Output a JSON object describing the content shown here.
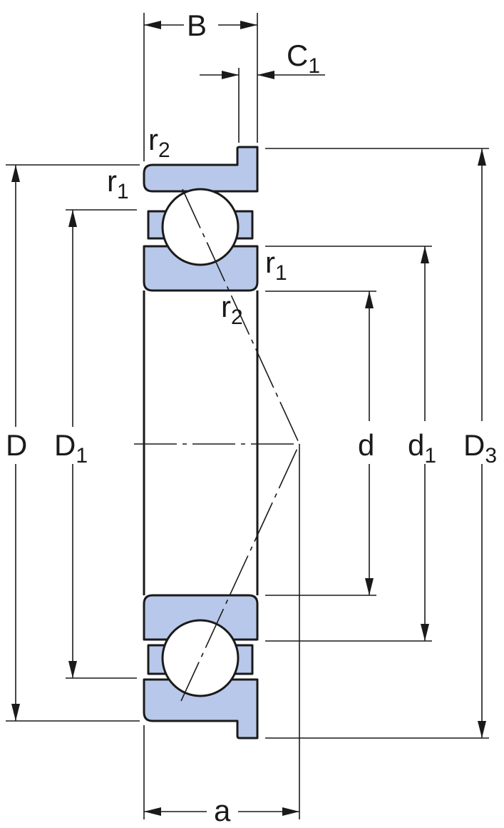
{
  "labels": {
    "B": "B",
    "C1": {
      "main": "C",
      "sub": "1"
    },
    "r2_top": {
      "main": "r",
      "sub": "2"
    },
    "r1_left": {
      "main": "r",
      "sub": "1"
    },
    "r1_right": {
      "main": "r",
      "sub": "1"
    },
    "r2_mid": {
      "main": "r",
      "sub": "2"
    },
    "D": "D",
    "D1": {
      "main": "D",
      "sub": "1"
    },
    "d": "d",
    "d1": {
      "main": "d",
      "sub": "1"
    },
    "D3": {
      "main": "D",
      "sub": "3"
    },
    "a": "a"
  },
  "colors": {
    "ring_fill": "#b8c8ea",
    "line": "#1a1a1a"
  }
}
